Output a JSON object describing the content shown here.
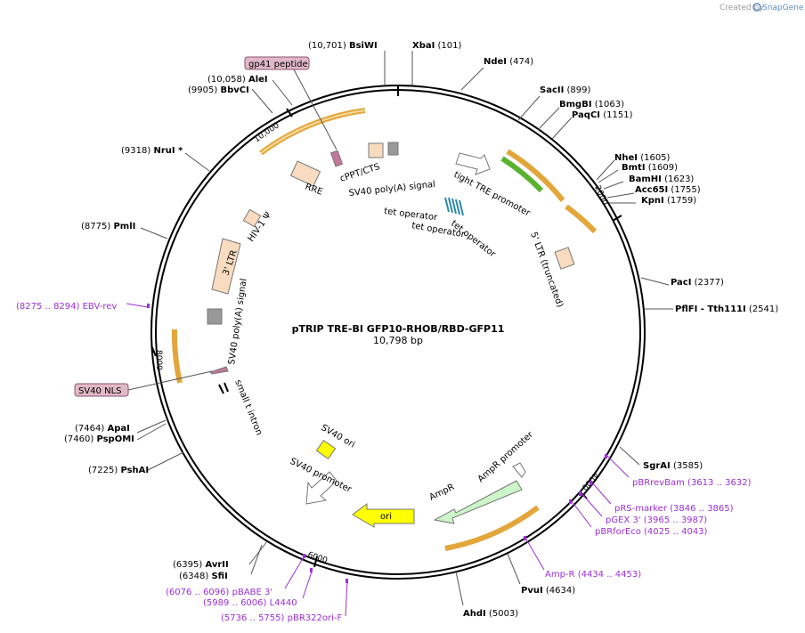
{
  "credit": {
    "prefix": "Created by",
    "brand": "SnapGene"
  },
  "plasmid": {
    "name": "pTRIP TRE-BI GFP10-RHOB/RBD-GFP11",
    "size_label": "10,798 bp",
    "length": 10798
  },
  "ticks": [
    "2000",
    "4000",
    "6000",
    "8000",
    "10,000"
  ],
  "enzymes": [
    {
      "name": "BsiWI",
      "pos": "(10,701)"
    },
    {
      "name": "XbaI",
      "pos": "(101)"
    },
    {
      "name": "NdeI",
      "pos": "(474)"
    },
    {
      "name": "SacII",
      "pos": "(899)"
    },
    {
      "name": "BmgBI",
      "pos": "(1063)"
    },
    {
      "name": "PaqCI",
      "pos": "(1151)"
    },
    {
      "name": "NheI",
      "pos": "(1605)"
    },
    {
      "name": "BmtI",
      "pos": "(1609)"
    },
    {
      "name": "BamHI",
      "pos": "(1623)"
    },
    {
      "name": "Acc65I",
      "pos": "(1755)"
    },
    {
      "name": "KpnI",
      "pos": "(1759)"
    },
    {
      "name": "PacI",
      "pos": "(2377)"
    },
    {
      "name": "PflFI - Tth111I",
      "pos": "(2541)"
    },
    {
      "name": "SgrAI",
      "pos": "(3585)"
    },
    {
      "name": "PvuI",
      "pos": "(4634)"
    },
    {
      "name": "AhdI",
      "pos": "(5003)"
    },
    {
      "name": "SfiI",
      "pos": "(6348)"
    },
    {
      "name": "AvrII",
      "pos": "(6395)"
    },
    {
      "name": "PshAI",
      "pos": "(7225)"
    },
    {
      "name": "PspOMI",
      "pos": "(7460)"
    },
    {
      "name": "ApaI",
      "pos": "(7464)"
    },
    {
      "name": "PmlI",
      "pos": "(8775)"
    },
    {
      "name": "NruI *",
      "pos": "(9318)"
    },
    {
      "name": "BbvCI",
      "pos": "(9905)"
    },
    {
      "name": "AleI",
      "pos": "(10,058)"
    }
  ],
  "primers": [
    {
      "name": "EBV-rev",
      "range": "(8275 .. 8294)"
    },
    {
      "name": "pBRrevBam",
      "range": "(3613 .. 3632)"
    },
    {
      "name": "pRS-marker",
      "range": "(3846 .. 3865)"
    },
    {
      "name": "pGEX 3'",
      "range": "(3965 .. 3987)"
    },
    {
      "name": "pBRforEco",
      "range": "(4025 .. 4043)"
    },
    {
      "name": "Amp-R",
      "range": "(4434 .. 4453)"
    },
    {
      "name": "pBABE 3'",
      "range": "(6076 .. 6096)"
    },
    {
      "name": "L4440",
      "range": "(5989 .. 6006)"
    },
    {
      "name": "pBR322ori-F",
      "range": "(5736 .. 5755)"
    }
  ],
  "features": {
    "gp41": "gp41 peptide",
    "sv40nls": "SV40 NLS",
    "rre": "RRE",
    "cppt": "cPPT/CTS",
    "sv40polyA_top": "SV40 poly(A) signal",
    "tight_tre": "tight TRE promoter",
    "tetop1": "tet operator",
    "tetop2": "tet operator",
    "tetop3": "tet operator",
    "ltr5": "5' LTR (truncated)",
    "hiv": "HIV-1 Ψ",
    "ltr3": "3' LTR",
    "sv40polyA_left": "SV40 poly(A) signal",
    "small_t": "small t intron",
    "sv40ori": "SV40 ori",
    "sv40prom": "SV40 promoter",
    "ori": "ori",
    "ampr": "AmpR",
    "ampr_prom": "AmpR promoter"
  },
  "colors": {
    "orf": "#e3a63a",
    "gfp": "#5ab22f",
    "ltr": "#f9dcc0",
    "ori": "#ffff00",
    "amp": "#ccf5c8",
    "primer": "#9b2fd6",
    "tag": "#d7a6b8"
  }
}
